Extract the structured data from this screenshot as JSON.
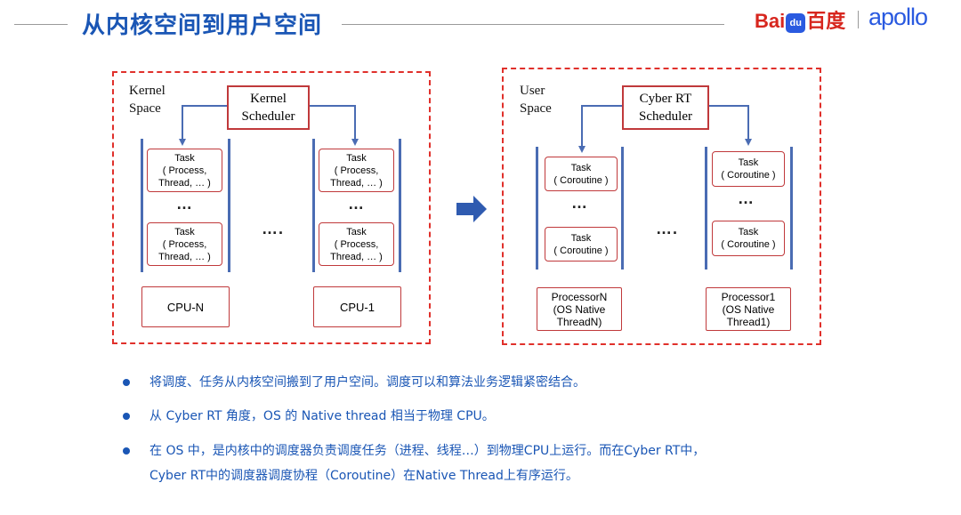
{
  "header": {
    "title": "从内核空间到用户空间",
    "logo_baidu_text": "Bai",
    "logo_du_text": "du",
    "logo_baidu_cn": "百度",
    "logo_apollo": "apollo"
  },
  "kernel": {
    "space_label": "Kernel\nSpace",
    "scheduler": "Kernel\nScheduler",
    "task_top_left": "Task\n( Process,\nThread, … )",
    "task_bottom_left": "Task\n( Process,\nThread, … )",
    "task_top_right": "Task\n( Process,\nThread, … )",
    "task_bottom_right": "Task\n( Process,\nThread, … )",
    "dots_left": "…",
    "dots_middle": "….",
    "dots_right": "…",
    "cpu_left": "CPU-N",
    "cpu_right": "CPU-1"
  },
  "user": {
    "space_label": "User\nSpace",
    "scheduler": "Cyber RT\nScheduler",
    "task_top_left": "Task\n( Coroutine )",
    "task_bottom_left": "Task\n( Coroutine )",
    "task_top_right": "Task\n( Coroutine )",
    "task_bottom_right": "Task\n( Coroutine )",
    "dots_left": "…",
    "dots_middle": "….",
    "dots_right": "…",
    "processor_left": "ProcessorN\n(OS Native\nThreadN)",
    "processor_right": "Processor1\n(OS Native\nThread1)"
  },
  "bullets": [
    "将调度、任务从内核空间搬到了用户空间。调度可以和算法业务逻辑紧密结合。",
    "从 Cyber RT 角度，OS 的 Native thread 相当于物理 CPU。",
    "在  OS  中，是内核中的调度器负责调度任务（进程、线程…）到物理CPU上运行。而在Cyber  RT中，",
    "Cyber RT中的调度器调度协程（Coroutine）在Native Thread上有序运行。"
  ],
  "colors": {
    "title_blue": "#1a56b5",
    "dashed_red": "#e0302b",
    "box_red": "#c0393b",
    "arrow_blue": "#4a6cb3",
    "baidu_red": "#d7261e",
    "apollo_blue": "#2a5ae0"
  },
  "icons": {
    "transition_arrow": "right-arrow-icon",
    "bullet": "bullet-dot-icon",
    "baidu_paw": "baidu-paw-icon"
  }
}
